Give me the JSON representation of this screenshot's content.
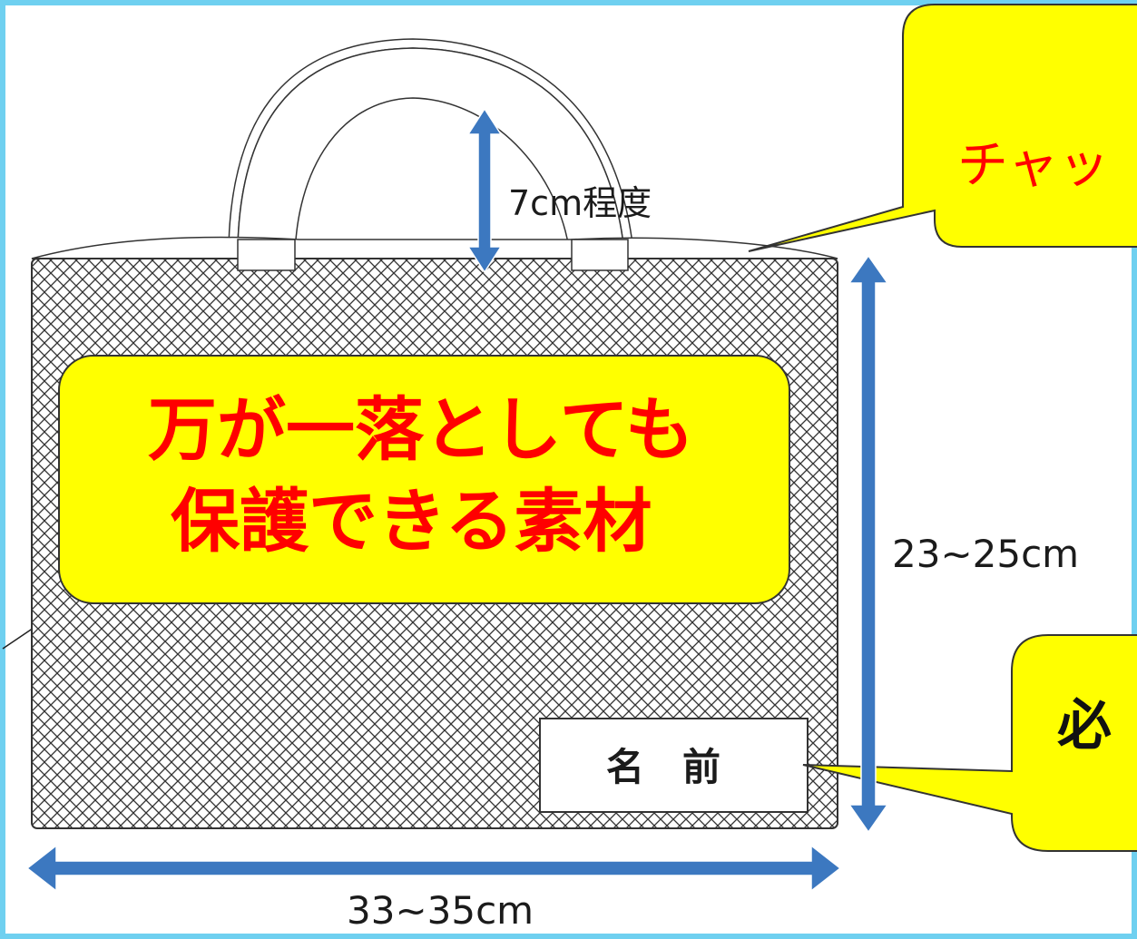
{
  "colors": {
    "frame": "#6fd0f0",
    "arrow": "#3c78c0",
    "callout_fill": "#ffff00",
    "callout_text": "#ff0000",
    "outline": "#333333"
  },
  "diagram": {
    "handle_height_label": "7cm程度",
    "height_label": "23~25cm",
    "width_label": "33~35cm",
    "name_tag_label": "名　前",
    "material_note_line1": "万が一落としても",
    "material_note_line2": "保護できる素材",
    "zipper_callout_partial": "チャッ",
    "name_callout_partial": "必"
  }
}
